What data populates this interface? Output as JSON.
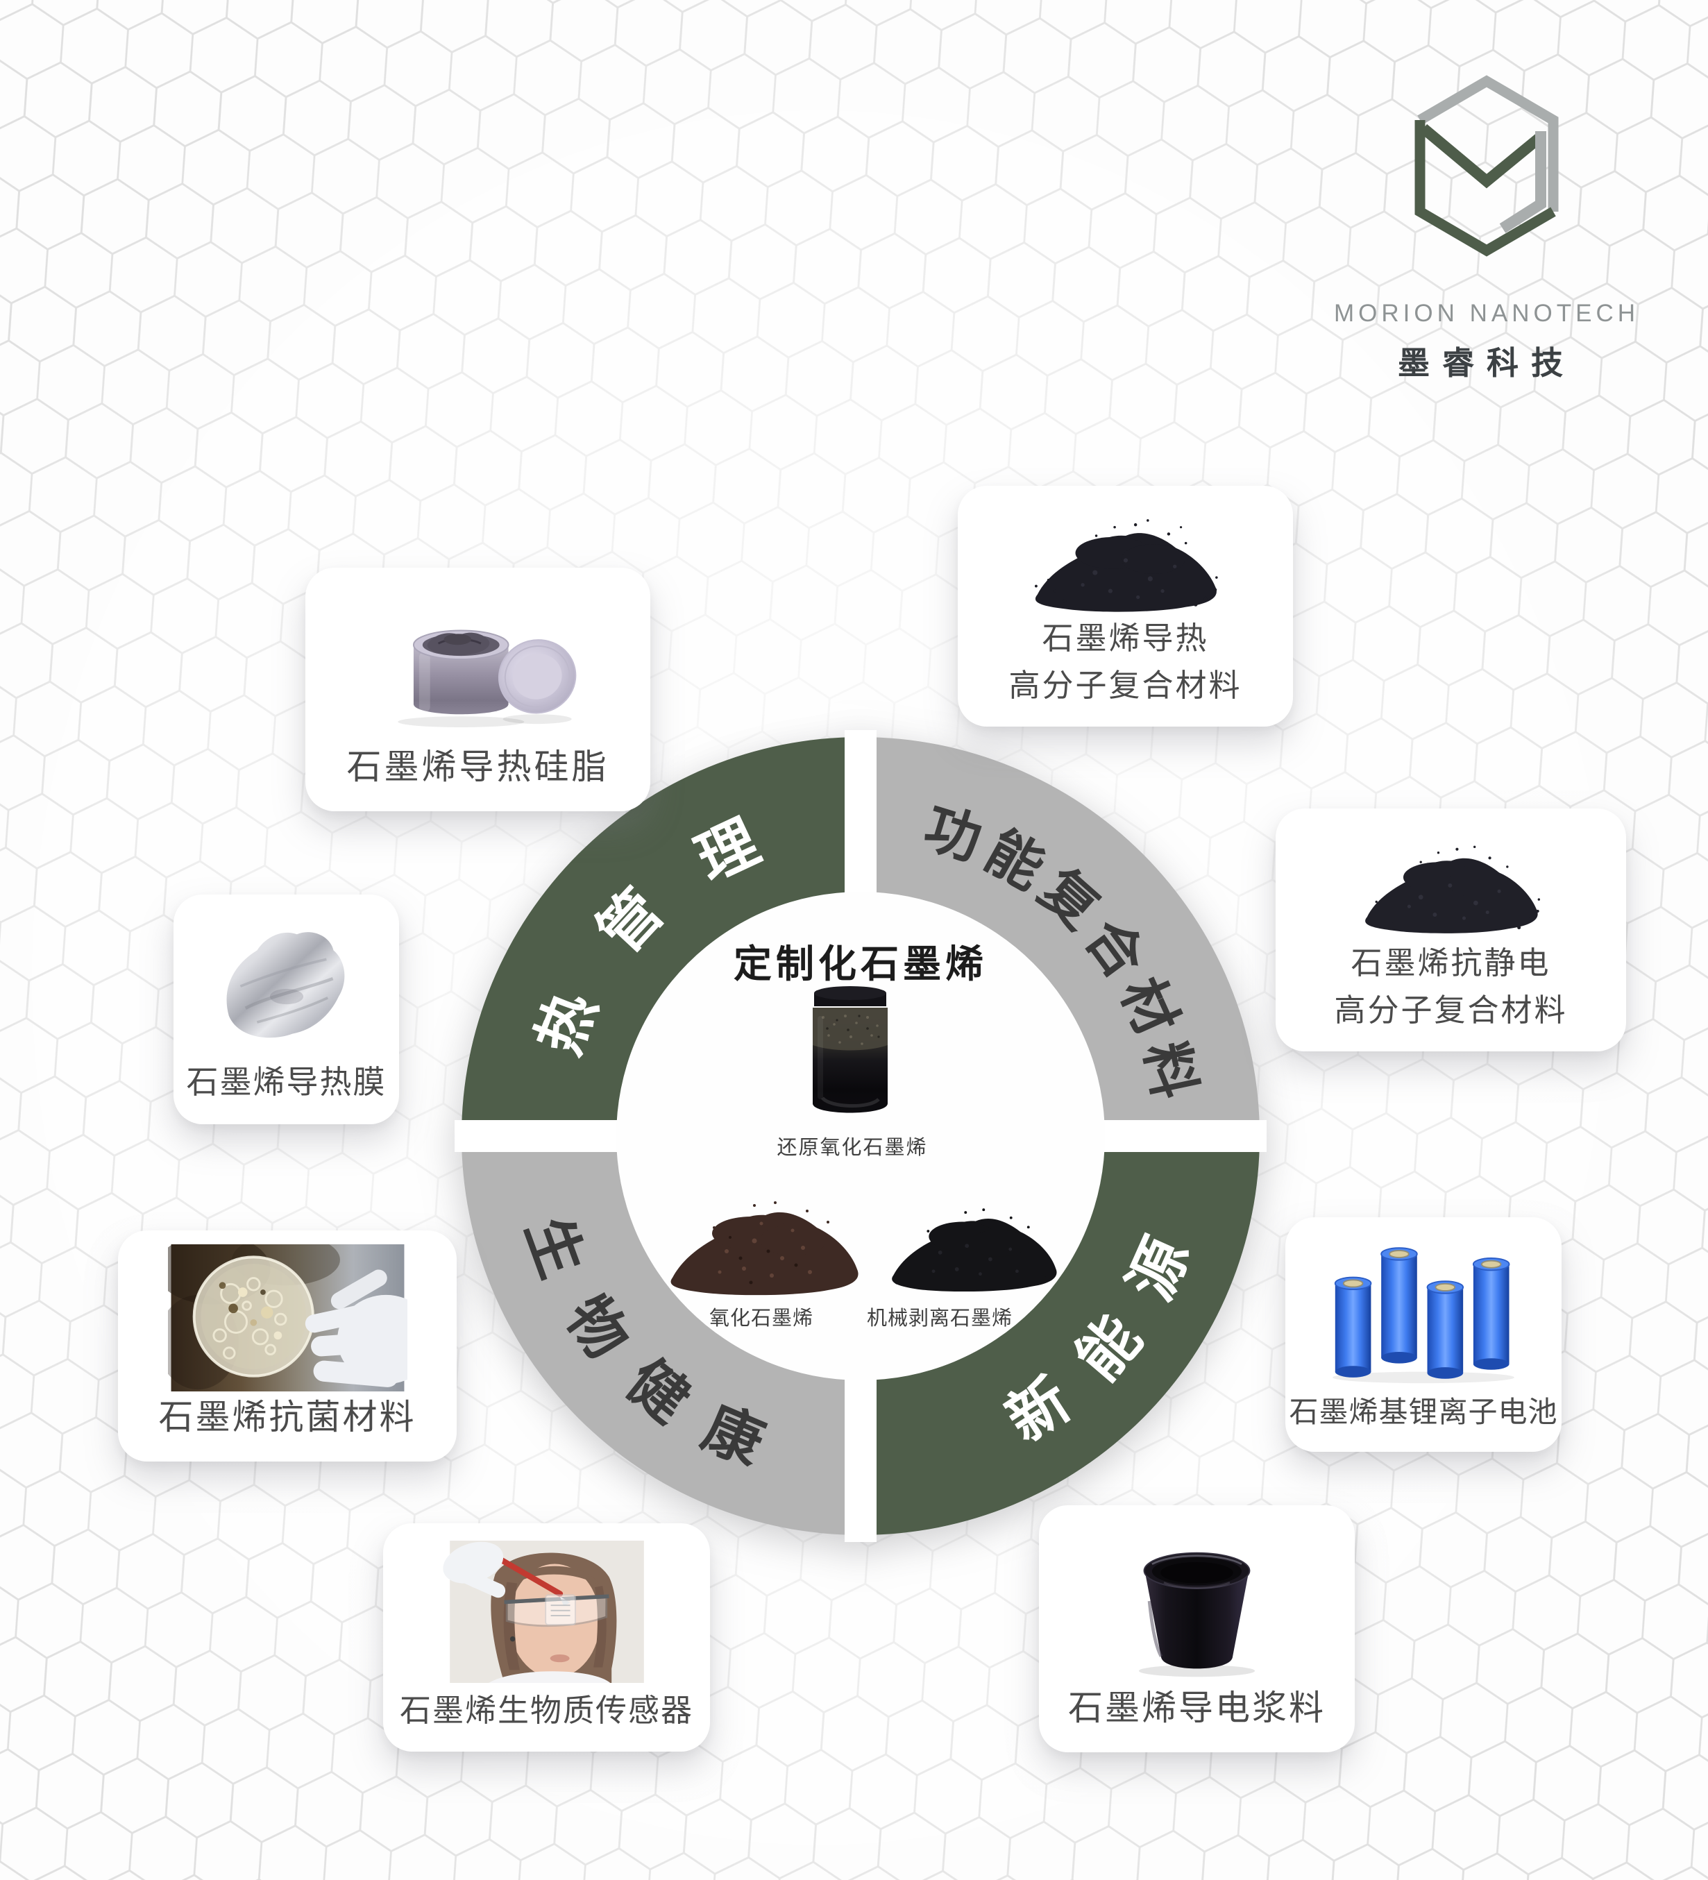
{
  "logo": {
    "company_en": "MORION NANOTECH",
    "company_zh": "墨睿科技"
  },
  "center": {
    "title": "定制化石墨烯",
    "products": [
      {
        "name": "reduced-graphene-oxide",
        "label": "还原氧化石墨烯"
      },
      {
        "name": "graphene-oxide",
        "label": "氧化石墨烯"
      },
      {
        "name": "mechanically-exfoliated-graphene",
        "label": "机械剥离石墨烯"
      }
    ]
  },
  "quadrants": [
    {
      "name": "thermal-management",
      "label": "热管理",
      "chars": [
        "热",
        "管",
        "理"
      ],
      "color": "#4f5e4a",
      "text_color": "#ffffff",
      "position": "top-left"
    },
    {
      "name": "functional-composites",
      "label": "功能复合材料",
      "chars": [
        "功",
        "能",
        "复",
        "合",
        "材",
        "料"
      ],
      "color": "#b4b4b4",
      "text_color": "#3a3a3a",
      "position": "top-right"
    },
    {
      "name": "new-energy",
      "label": "新能源",
      "chars": [
        "新",
        "能",
        "源"
      ],
      "color": "#4f5e4a",
      "text_color": "#ffffff",
      "position": "bottom-right"
    },
    {
      "name": "bio-health",
      "label": "生物健康",
      "chars": [
        "生",
        "物",
        "健",
        "康"
      ],
      "color": "#b4b4b4",
      "text_color": "#3a3a3a",
      "position": "bottom-left"
    }
  ],
  "cards": [
    {
      "name": "thermal-grease",
      "image": "grease-jar",
      "lines": [
        "石墨烯导热硅脂"
      ]
    },
    {
      "name": "thermal-conductive-composite",
      "image": "black-granule-pile",
      "lines": [
        "石墨烯导热",
        "高分子复合材料"
      ]
    },
    {
      "name": "antistatic-composite",
      "image": "black-granule-pile",
      "lines": [
        "石墨烯抗静电",
        "高分子复合材料"
      ]
    },
    {
      "name": "thermal-film",
      "image": "silver-film",
      "lines": [
        "石墨烯导热膜"
      ]
    },
    {
      "name": "antibacterial-material",
      "image": "petri-dish-photo",
      "lines": [
        "石墨烯抗菌材料"
      ]
    },
    {
      "name": "biomass-sensor",
      "image": "lab-researcher-photo",
      "lines": [
        "石墨烯生物质传感器"
      ]
    },
    {
      "name": "lithium-ion-battery",
      "image": "blue-batteries",
      "lines": [
        "石墨烯基锂离子电池"
      ]
    },
    {
      "name": "conductive-paste",
      "image": "black-paste-cup",
      "lines": [
        "石墨烯导电浆料"
      ]
    }
  ],
  "colors": {
    "quadrant_green": "#4f5e4a",
    "quadrant_gray": "#b4b4b4",
    "logo_gray": "#a9adad",
    "logo_green": "#4e5d4a",
    "battery_blue": "#3f7cf0"
  }
}
